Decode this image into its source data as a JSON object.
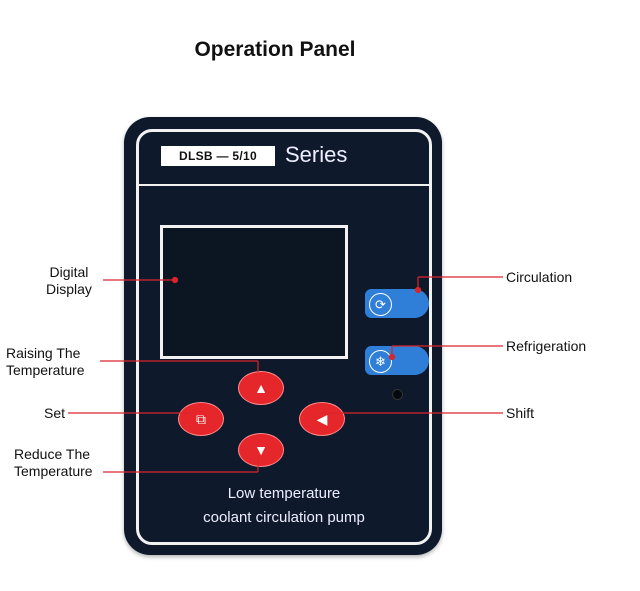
{
  "title": "Operation Panel",
  "device": {
    "model": "DLSB — 5/10",
    "series": "Series",
    "caption_line1": "Low temperature",
    "caption_line2": "coolant circulation pump"
  },
  "labels": {
    "digital_display_1": "Digital",
    "digital_display_2": "Display",
    "raising_1": "Raising The",
    "raising_2": "Temperature",
    "set": "Set",
    "reduce_1": "Reduce The",
    "reduce_2": "Temperature",
    "circulation": "Circulation",
    "refrigeration": "Refrigeration",
    "shift": "Shift"
  },
  "colors": {
    "panel": "#0e1a2b",
    "button_red": "#e5262b",
    "button_blue": "#2f7fd9",
    "leader": "#d9252b"
  },
  "icons": {
    "circulation": "circular-arrow-icon",
    "refrigeration": "snowflake-icon",
    "raise": "triangle-up-icon",
    "reduce": "triangle-down-icon",
    "set": "set-icon",
    "shift": "arrow-left-icon"
  }
}
